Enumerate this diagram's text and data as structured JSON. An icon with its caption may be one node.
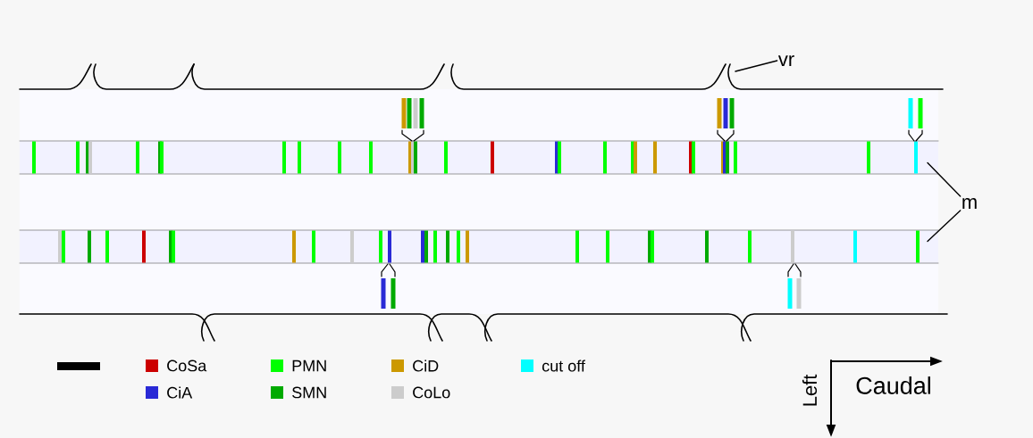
{
  "diagram": {
    "nodes": [
      {
        "text": [
          "vr"
        ]
      },
      {
        "text": [
          "m"
        ]
      },
      {
        "text": [],
        "shape": "bar"
      },
      {
        "text": [],
        "shape": "bar"
      }
    ],
    "edges": [
      {
        "from": 0,
        "to": null,
        "arrow": "none"
      },
      {
        "from": 1,
        "to": 2,
        "arrow": "none"
      },
      {
        "from": 1,
        "to": 3,
        "arrow": "none"
      }
    ],
    "labels": [
      "Left",
      "Caudal"
    ],
    "legend": [
      {
        "text": "CoSa",
        "color": "#cc0000"
      },
      {
        "text": "CiA",
        "color": "#2a2ad6"
      },
      {
        "text": "PMN",
        "color": "#00ff00"
      },
      {
        "text": "SMN",
        "color": "#00aa00"
      },
      {
        "text": "CiD",
        "color": "#cc9900"
      },
      {
        "text": "CoLo",
        "color": "#cccccc"
      },
      {
        "text": "cut off",
        "color": "#00ffff"
      }
    ]
  }
}
